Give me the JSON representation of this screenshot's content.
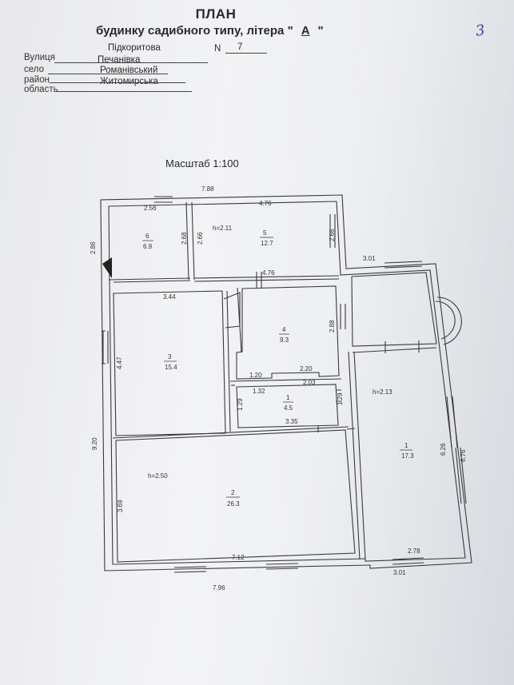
{
  "header": {
    "title": "ПЛАН",
    "subtitle_prefix": "будинку садибного типу, літера \"",
    "letter": "А",
    "subtitle_suffix": "\"",
    "page_number": "3"
  },
  "address": {
    "street_label": "Вулиця",
    "street_value": "Підкоритова",
    "number_label": "N",
    "number_value": "7",
    "village_label": "село",
    "village_value": "Печанівка",
    "district_label": "район",
    "district_value": "Романівський",
    "region_label": "область",
    "region_value": "Житомирська"
  },
  "scale": "Масштаб 1:100",
  "dimensions": {
    "top_total": "7.88",
    "left_total": "9.20",
    "bottom_total": "7.96",
    "bottom_right": "3.01",
    "right_top": "3.01",
    "right_total": "6.76",
    "right_inner": "6.26",
    "bottom_inner_right": "2.78",
    "room6_top": "2.56",
    "room5_top": "4.76",
    "room6_left": "2.86",
    "room6_right": "2.68",
    "room5_left": "2.66",
    "room5_right": "2.66",
    "corridor_top": "4.76",
    "room3_top": "3.44",
    "room3_left": "4.47",
    "room4_right": "2.88",
    "room4_bottom_left": "1.20",
    "room4_bottom_right": "2.20",
    "room4_inner": "2.03",
    "room1s_top": "1.32",
    "room1s_left": "1.29",
    "room1s_right": "1.29",
    "room1s_bottom": "3.35",
    "room2_left": "3.69",
    "room2_bottom": "7.12"
  },
  "rooms": {
    "r6": {
      "num": "6",
      "area": "6.9"
    },
    "r5": {
      "num": "5",
      "area": "12.7",
      "height": "h=2.11"
    },
    "r4": {
      "num": "4",
      "area": "9.3"
    },
    "r3": {
      "num": "3",
      "area": "15.4"
    },
    "r1s": {
      "num": "1",
      "area": "4.5"
    },
    "r1": {
      "num": "1",
      "area": "17.3",
      "height": "h=2.13"
    },
    "r2": {
      "num": "2",
      "area": "26.3",
      "height": "h=2.50"
    }
  }
}
